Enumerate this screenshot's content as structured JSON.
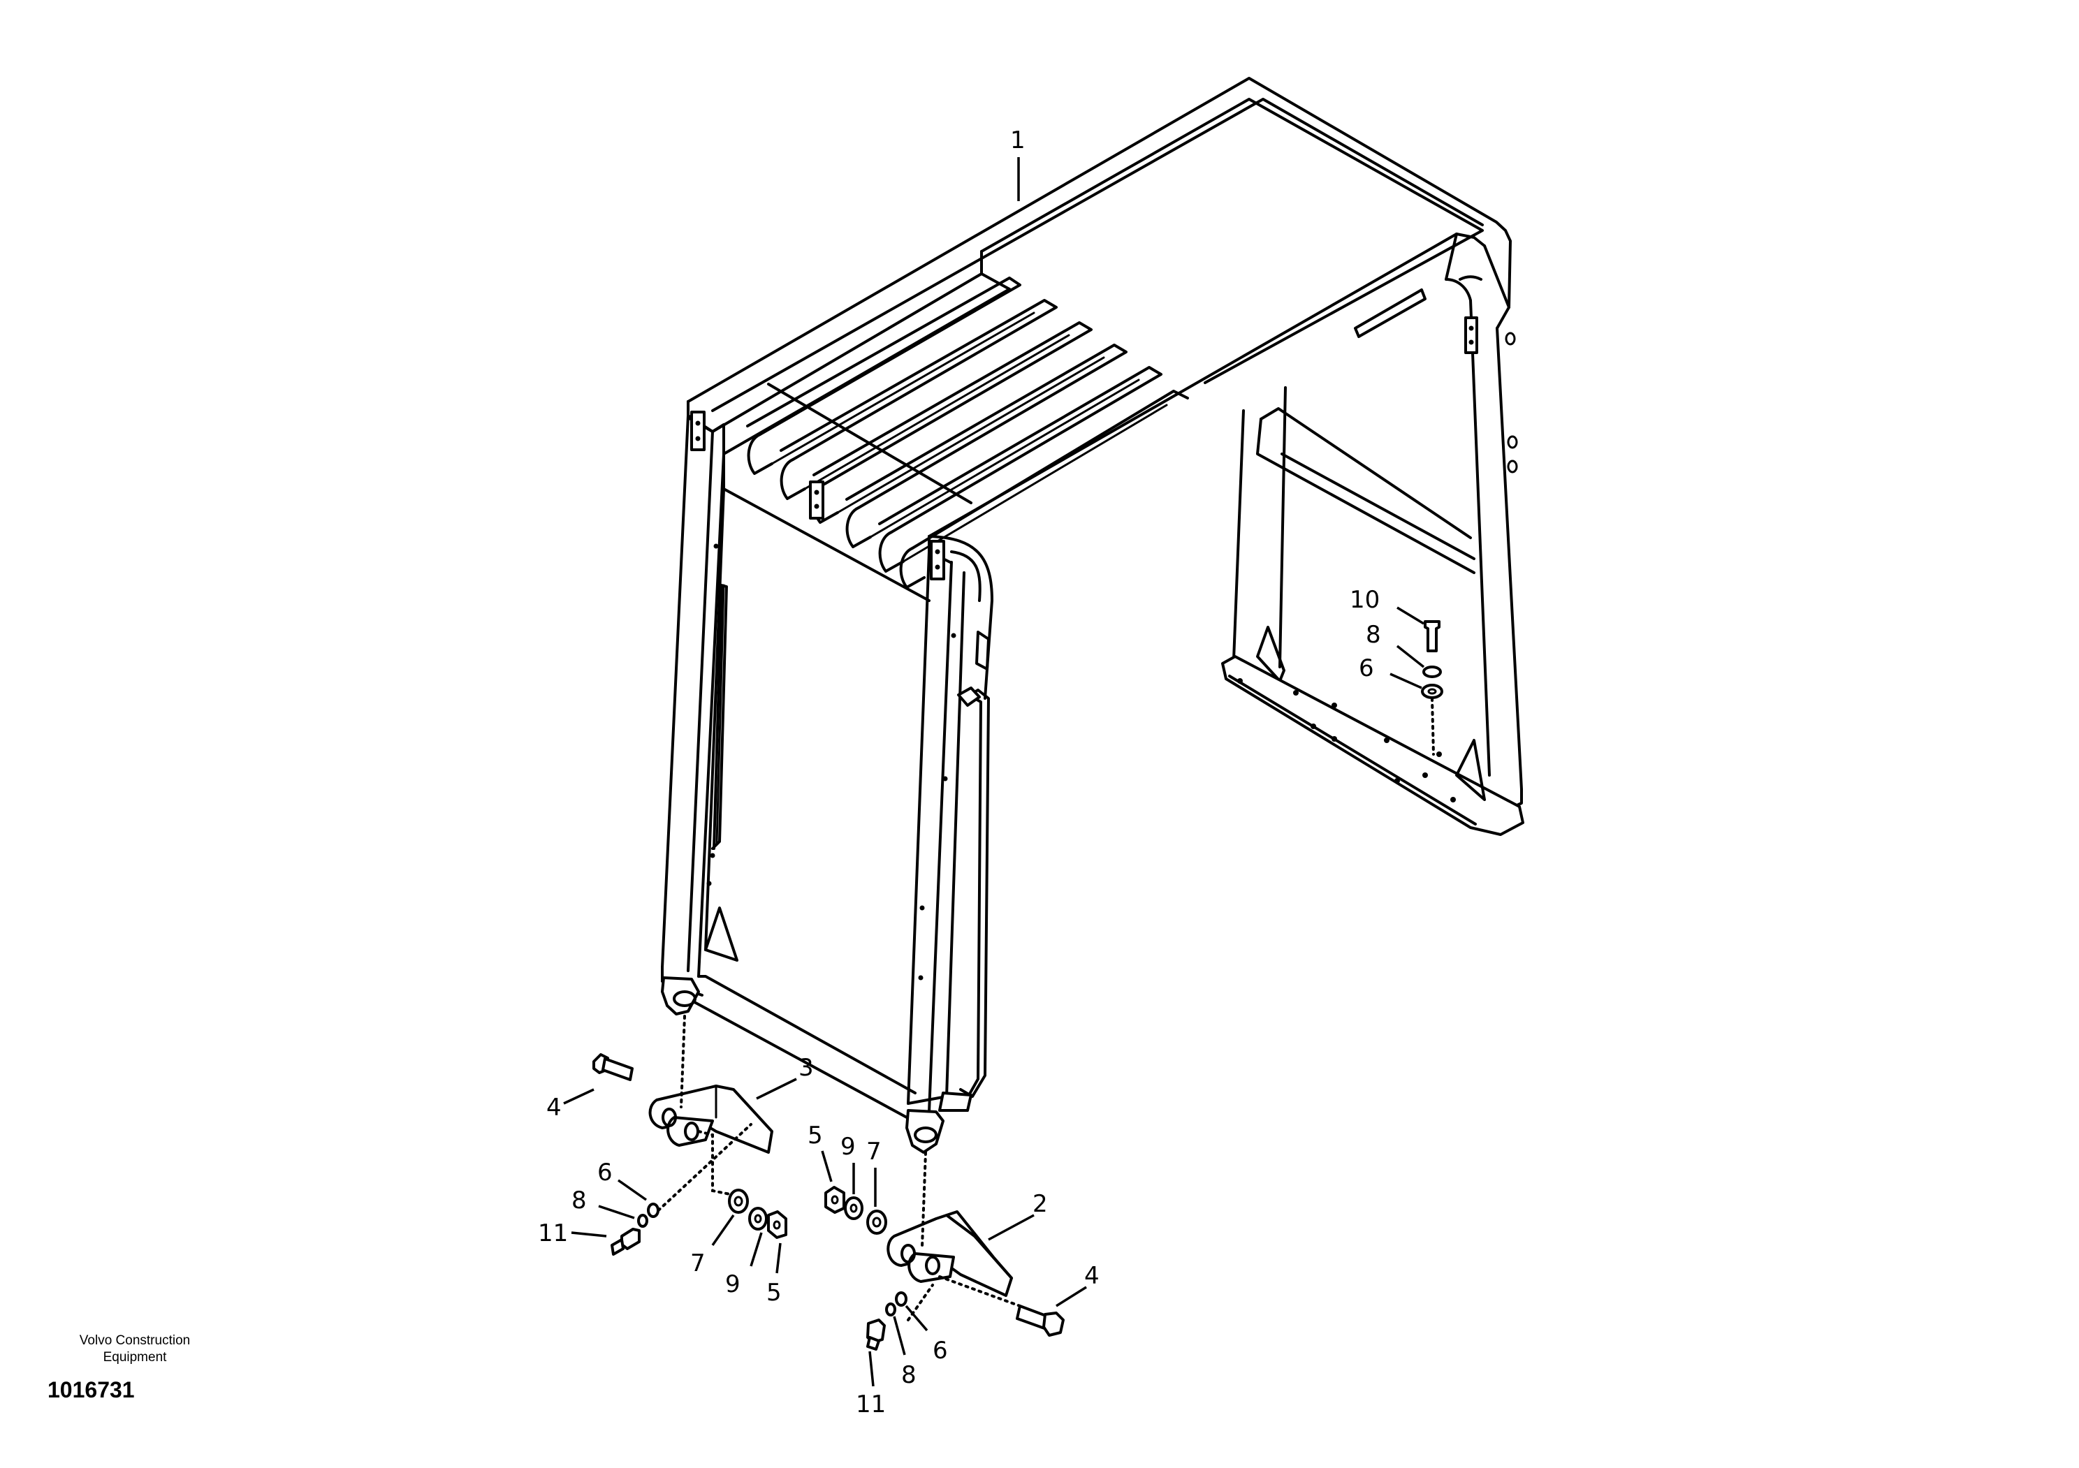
{
  "diagram": {
    "callouts": {
      "c1": "1",
      "c2": "2",
      "c3": "3",
      "c4a": "4",
      "c4b": "4",
      "c5a": "5",
      "c5b": "5",
      "c6a": "6",
      "c6b": "6",
      "c6c": "6",
      "c7a": "7",
      "c7b": "7",
      "c8a": "8",
      "c8b": "8",
      "c8c": "8",
      "c9a": "9",
      "c9b": "9",
      "c10": "10",
      "c11a": "11",
      "c11b": "11"
    }
  },
  "caption": {
    "company_line1": "Volvo Construction",
    "company_line2": "Equipment",
    "drawing_number": "1016731"
  }
}
